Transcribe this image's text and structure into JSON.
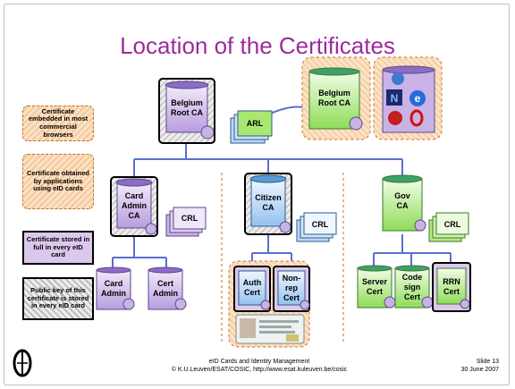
{
  "slide": {
    "title": "Location of the Certificates"
  },
  "legend": [
    {
      "text": "Certificate embedded in most commercial browsers",
      "style": "orange-dashed"
    },
    {
      "text": "Certificate obtained by applications using eID cards",
      "style": "orange-dashed"
    },
    {
      "text": "Certificate stored in full in every eID card",
      "style": "purple-solid"
    },
    {
      "text": "Public key of this certificate is stored in every eID card",
      "style": "grey-hatched"
    }
  ],
  "certificates": {
    "root_ca": "Belgium Root CA",
    "root_ca_cross": "Belgium Root CA",
    "arl": "ARL",
    "card_admin_ca": "Card Admin CA",
    "citizen_ca": "Citizen CA",
    "gov_ca": "Gov CA",
    "crl_card": "CRL",
    "crl_citizen": "CRL",
    "crl_gov": "CRL",
    "card_admin": "Card Admin",
    "cert_admin": "Cert Admin",
    "auth_cert": "Auth Cert",
    "nonrep_cert": "Non-rep Cert",
    "server_cert": "Server Cert",
    "code_sign_cert": "Code sign Cert",
    "rrn_cert": "RRN Cert"
  },
  "browser_icons": [
    "globe-icon",
    "netscape-icon",
    "internet-explorer-icon",
    "mozilla-icon",
    "opera-icon"
  ],
  "footer": {
    "line1": "eID Cards and Identity Management",
    "line2": "© K.U.Leuven/ESAT/COSIC, http://www.esat.kuleuven.be/cosic",
    "slide_no": "Slide 13",
    "date": "30 June 2007"
  },
  "colors": {
    "title": "#9b2b9b",
    "connector": "#5a6fd0",
    "scroll_purple": "#c9b3e6",
    "scroll_green": "#b7e88a",
    "scroll_blue": "#b9d8f6",
    "highlight_orange": "#f4c89c"
  }
}
